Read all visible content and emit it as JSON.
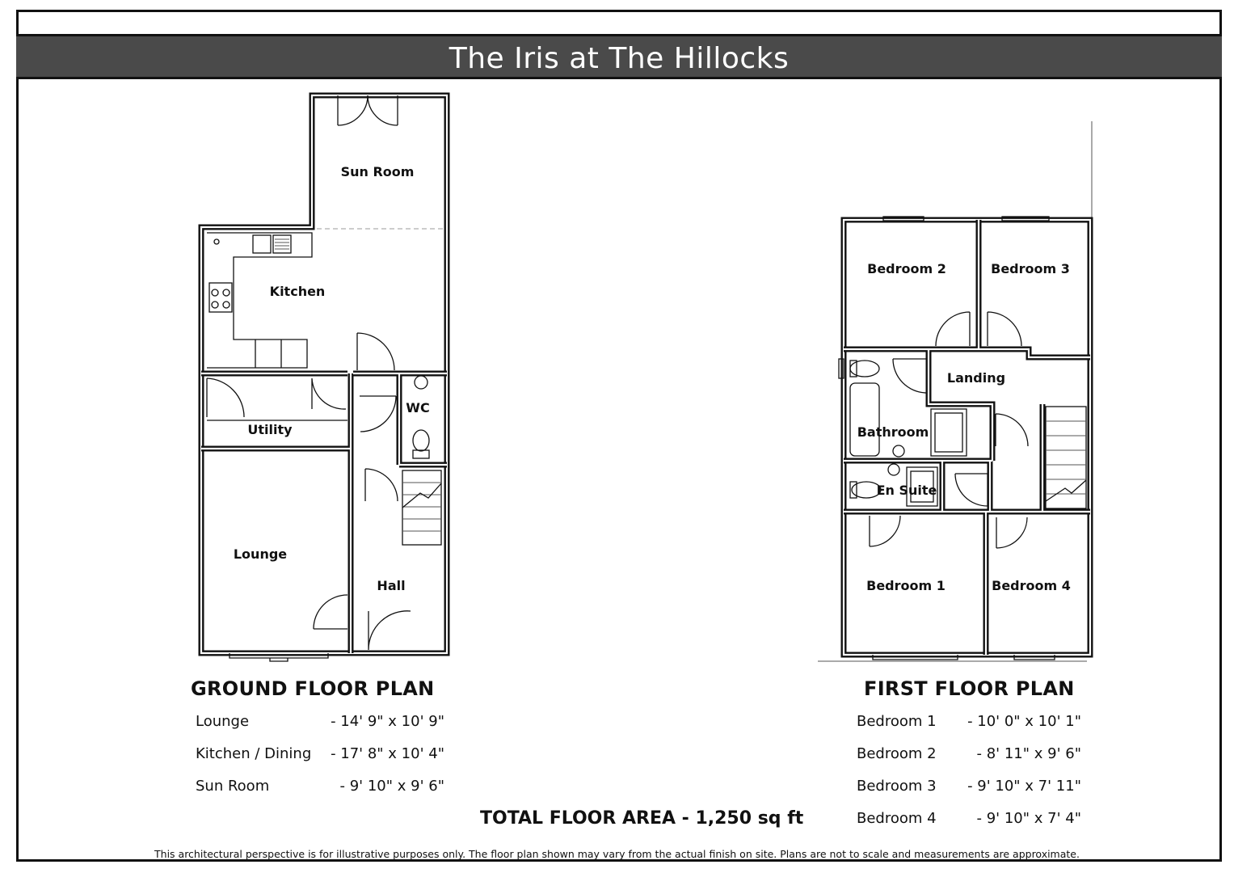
{
  "title": "The Iris at The Hillocks",
  "ground_floor": {
    "heading": "GROUND FLOOR PLAN",
    "room_labels": {
      "sun_room": "Sun Room",
      "kitchen": "Kitchen",
      "utility": "Utility",
      "wc": "WC",
      "lounge": "Lounge",
      "hall": "Hall"
    },
    "dimensions": [
      {
        "room": "Lounge",
        "size": "- 14' 9\" x 10' 9\""
      },
      {
        "room": "Kitchen / Dining",
        "size": "- 17' 8\" x 10' 4\""
      },
      {
        "room": "Sun Room",
        "size": "- 9' 10\" x 9' 6\""
      }
    ]
  },
  "first_floor": {
    "heading": "FIRST FLOOR PLAN",
    "room_labels": {
      "bedroom2": "Bedroom 2",
      "bedroom3": "Bedroom 3",
      "landing": "Landing",
      "bathroom": "Bathroom",
      "en_suite": "En Suite",
      "bedroom1": "Bedroom 1",
      "bedroom4": "Bedroom 4"
    },
    "dimensions": [
      {
        "room": "Bedroom 1",
        "size": "-   10' 0\" x 10' 1\""
      },
      {
        "room": "Bedroom 2",
        "size": "-    8' 11\" x 9' 6\""
      },
      {
        "room": "Bedroom 3",
        "size": "-   9' 10\" x 7' 11\""
      },
      {
        "room": "Bedroom 4",
        "size": "-   9' 10\" x 7' 4\""
      }
    ]
  },
  "total_floor_area": "TOTAL FLOOR AREA - 1,250 sq ft",
  "disclaimer": "This architectural perspective is for illustrative purposes only. The floor plan shown may vary from the actual finish on site. Plans are not to scale and measurements are approximate."
}
